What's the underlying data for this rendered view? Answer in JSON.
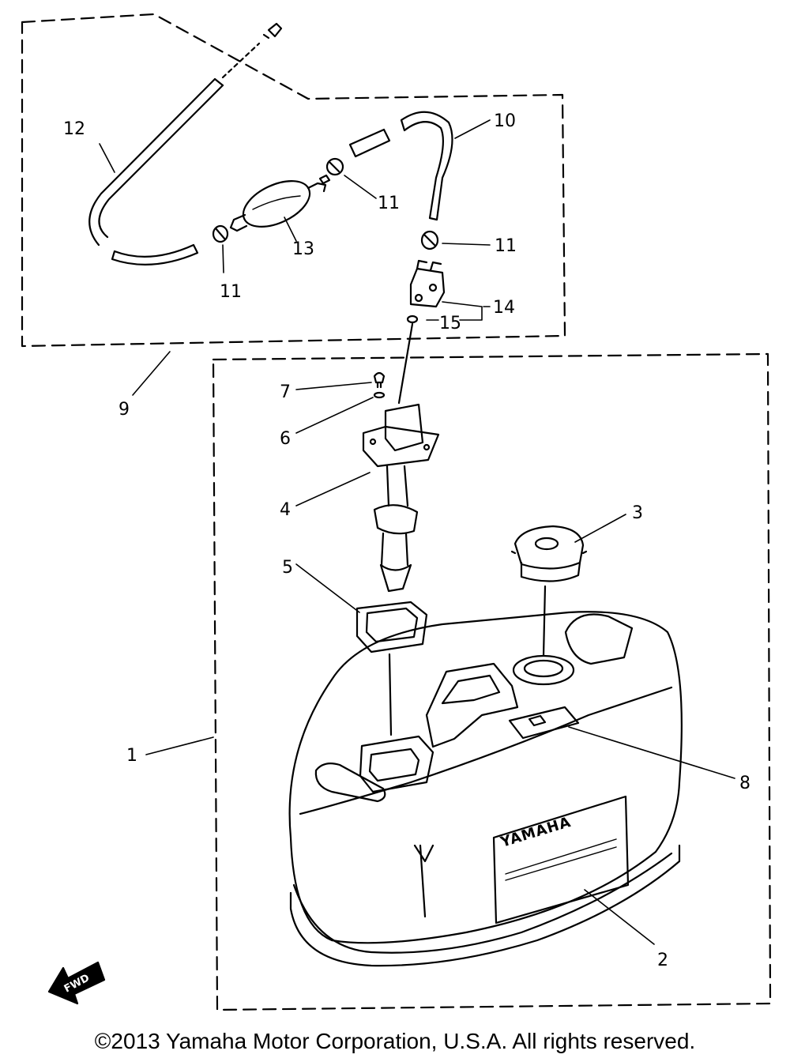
{
  "callouts": {
    "c1": "1",
    "c2": "2",
    "c3": "3",
    "c4": "4",
    "c5": "5",
    "c6": "6",
    "c7": "7",
    "c8": "8",
    "c9": "9",
    "c10": "10",
    "c11a": "11",
    "c11b": "11",
    "c11c": "11",
    "c12": "12",
    "c13": "13",
    "c14": "14",
    "c15": "15"
  },
  "tank_brand": "YAMAHA",
  "fwd_label": "FWD",
  "copyright": "©2013 Yamaha Motor Corporation, U.S.A. All rights reserved.",
  "colors": {
    "line": "#000000",
    "background": "#ffffff"
  }
}
